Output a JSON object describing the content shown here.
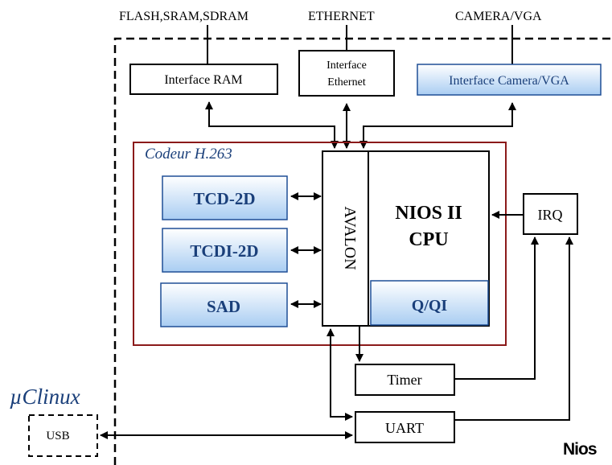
{
  "top_labels": {
    "memory": "FLASH,SRAM,SDRAM",
    "ethernet": "ETHERNET",
    "camera": "CAMERA/VGA"
  },
  "interfaces": {
    "ram": "Interface RAM",
    "ethernet_line1": "Interface",
    "ethernet_line2": "Ethernet",
    "camera": "Interface Camera/VGA"
  },
  "codec": {
    "title": "Codeur H.263",
    "blocks": [
      "TCD-2D",
      "TCDI-2D",
      "SAD"
    ]
  },
  "bus": {
    "label": "AVALON"
  },
  "cpu": {
    "line1": "NIOS II",
    "line2": "CPU",
    "sub": "Q/QI"
  },
  "peripherals": {
    "irq": "IRQ",
    "timer": "Timer",
    "uart": "UART",
    "usb": "USB"
  },
  "os_label": "µClinux",
  "logo_text": "Nios",
  "colors": {
    "codec_border": "#8b1a1a",
    "blue_text": "#1a3f7a",
    "blue_fill_top": "#ffffff",
    "blue_fill_bottom": "#a9cdf2",
    "blue_border": "#1f4f96"
  }
}
